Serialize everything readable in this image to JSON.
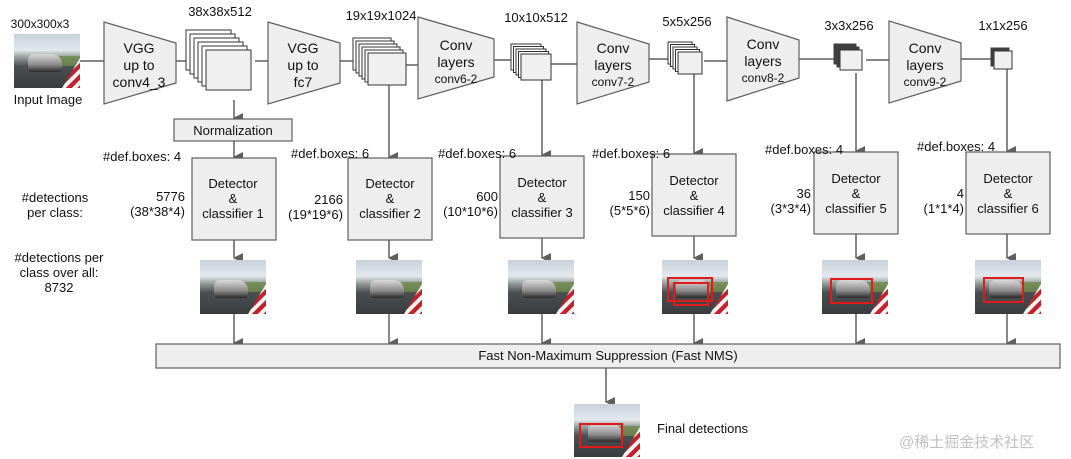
{
  "input": {
    "size_label": "300x300x3",
    "caption": "Input Image"
  },
  "backbone": [
    {
      "line1": "VGG",
      "line2": "up to",
      "line3": "conv4_3"
    },
    {
      "line1": "VGG",
      "line2": "up to",
      "line3": "fc7"
    }
  ],
  "extra_layers": [
    {
      "line1": "Conv",
      "line2": "layers",
      "sub": "conv6-2"
    },
    {
      "line1": "Conv",
      "line2": "layers",
      "sub": "conv7-2"
    },
    {
      "line1": "Conv",
      "line2": "layers",
      "sub": "conv8-2"
    },
    {
      "line1": "Conv",
      "line2": "layers",
      "sub": "conv9-2"
    }
  ],
  "feature_maps": [
    {
      "size": "38x38x512"
    },
    {
      "size": "19x19x1024"
    },
    {
      "size": "10x10x512"
    },
    {
      "size": "5x5x256"
    },
    {
      "size": "3x3x256"
    },
    {
      "size": "1x1x256"
    }
  ],
  "normalization_label": "Normalization",
  "detectors": [
    {
      "def_boxes": "#def.boxes: 4",
      "line1": "Detector",
      "line2": "&",
      "line3": "classifier 1",
      "count": "5776",
      "formula": "(38*38*4)",
      "boxes_drawn": 0
    },
    {
      "def_boxes": "#def.boxes: 6",
      "line1": "Detector",
      "line2": "&",
      "line3": "classifier 2",
      "count": "2166",
      "formula": "(19*19*6)",
      "boxes_drawn": 0
    },
    {
      "def_boxes": "#def.boxes: 6",
      "line1": "Detector",
      "line2": "&",
      "line3": "classifier 3",
      "count": "600",
      "formula": "(10*10*6)",
      "boxes_drawn": 0
    },
    {
      "def_boxes": "#def.boxes: 6",
      "line1": "Detector",
      "line2": "&",
      "line3": "classifier 4",
      "count": "150",
      "formula": "(5*5*6)",
      "boxes_drawn": 2
    },
    {
      "def_boxes": "#def.boxes: 4",
      "line1": "Detector",
      "line2": "&",
      "line3": "classifier 5",
      "count": "36",
      "formula": "(3*3*4)",
      "boxes_drawn": 1
    },
    {
      "def_boxes": "#def.boxes: 4",
      "line1": "Detector",
      "line2": "&",
      "line3": "classifier 6",
      "count": "4",
      "formula": "(1*1*4)",
      "boxes_drawn": 1
    }
  ],
  "side_labels": {
    "per_class_1": "#detections",
    "per_class_2": "per class:",
    "overall_1": "#detections per",
    "overall_2": "class over all:",
    "overall_3": "8732"
  },
  "nms_label": "Fast Non-Maximum  Suppression (Fast NMS)",
  "final_label": "Final detections",
  "watermark": "@稀土掘金技术社区",
  "colors": {
    "shape_fill": "#eeeeee",
    "stroke": "#5f5f5f",
    "box_red": "#e01b1b"
  }
}
